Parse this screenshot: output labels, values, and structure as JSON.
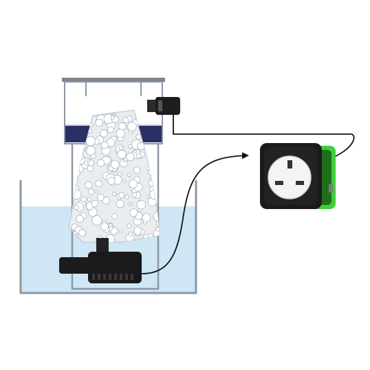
{
  "diagram": {
    "kind": "protein-skimmer-pump-control",
    "components": [
      {
        "id": "sump-tank",
        "icon": "tank-icon"
      },
      {
        "id": "water",
        "color": "#cfe6f4"
      },
      {
        "id": "skimmer-cup",
        "icon": "collection-cup-icon",
        "liquid_color": "#2a2f66"
      },
      {
        "id": "skimmer-body",
        "icon": "bubble-cone-icon"
      },
      {
        "id": "level-sensor",
        "icon": "sensor-icon"
      },
      {
        "id": "pump",
        "icon": "pump-icon"
      },
      {
        "id": "smart-plug",
        "icon": "uk-plug-socket-icon",
        "accent": "#3fcf3a"
      }
    ],
    "connections": [
      {
        "from": "level-sensor",
        "to": "smart-plug",
        "type": "signal-cable"
      },
      {
        "from": "pump",
        "to": "smart-plug",
        "type": "power-cable",
        "arrow": true
      }
    ],
    "colors": {
      "outline": "#8c96a3",
      "cable": "#111111",
      "device_body": "#1a1a1a",
      "bubbles_fill": "#e9edf0"
    }
  }
}
